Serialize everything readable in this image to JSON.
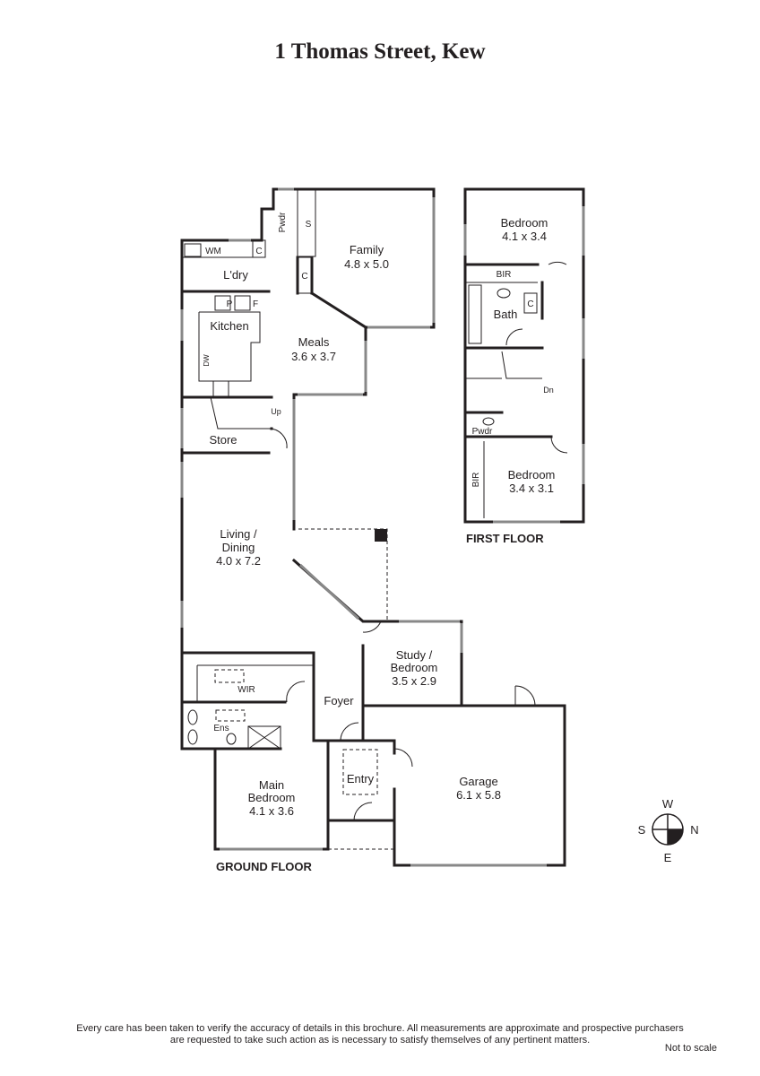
{
  "title": "1 Thomas Street, Kew",
  "ground_floor": {
    "label": "GROUND FLOOR",
    "rooms": {
      "family": {
        "name": "Family",
        "size": "4.8 x 5.0"
      },
      "meals": {
        "name": "Meals",
        "size": "3.6 x 3.7"
      },
      "kitchen": {
        "name": "Kitchen"
      },
      "laundry": {
        "name": "L'dry"
      },
      "powder": {
        "name": "Pwdr"
      },
      "store": {
        "name": "Store"
      },
      "living": {
        "name1": "Living /",
        "name2": "Dining",
        "size": "4.0 x 7.2"
      },
      "study": {
        "name1": "Study /",
        "name2": "Bedroom",
        "size": "3.5 x 2.9"
      },
      "foyer": {
        "name": "Foyer"
      },
      "wir": {
        "name": "WIR"
      },
      "ensuite": {
        "name": "Ens"
      },
      "main_bedroom": {
        "name1": "Main",
        "name2": "Bedroom",
        "size": "4.1 x 3.6"
      },
      "entry": {
        "name": "Entry"
      },
      "garage": {
        "name": "Garage",
        "size": "6.1 x 5.8"
      }
    },
    "fixtures": {
      "wm": "WM",
      "c1": "C",
      "c2": "C",
      "s": "S",
      "p": "P",
      "f": "F",
      "dw": "DW",
      "up": "Up"
    }
  },
  "first_floor": {
    "label": "FIRST FLOOR",
    "rooms": {
      "bedroom1": {
        "name": "Bedroom",
        "size": "4.1 x 3.4"
      },
      "bedroom2": {
        "name": "Bedroom",
        "size": "3.4 x 3.1"
      },
      "bath": {
        "name": "Bath"
      },
      "powder": {
        "name": "Pwdr"
      },
      "bir1": {
        "name": "BIR"
      },
      "bir2": {
        "name": "BIR"
      }
    },
    "fixtures": {
      "c": "C",
      "dn": "Dn"
    }
  },
  "compass": {
    "w": "W",
    "s": "S",
    "n": "N",
    "e": "E"
  },
  "disclaimer": {
    "line1": "Every care has been taken to verify the accuracy of details in this brochure.  All measurements are approximate and prospective purchasers",
    "line2": "are requested to take such action as is necessary to satisfy themselves of any pertinent matters."
  },
  "not_to_scale": "Not to scale"
}
